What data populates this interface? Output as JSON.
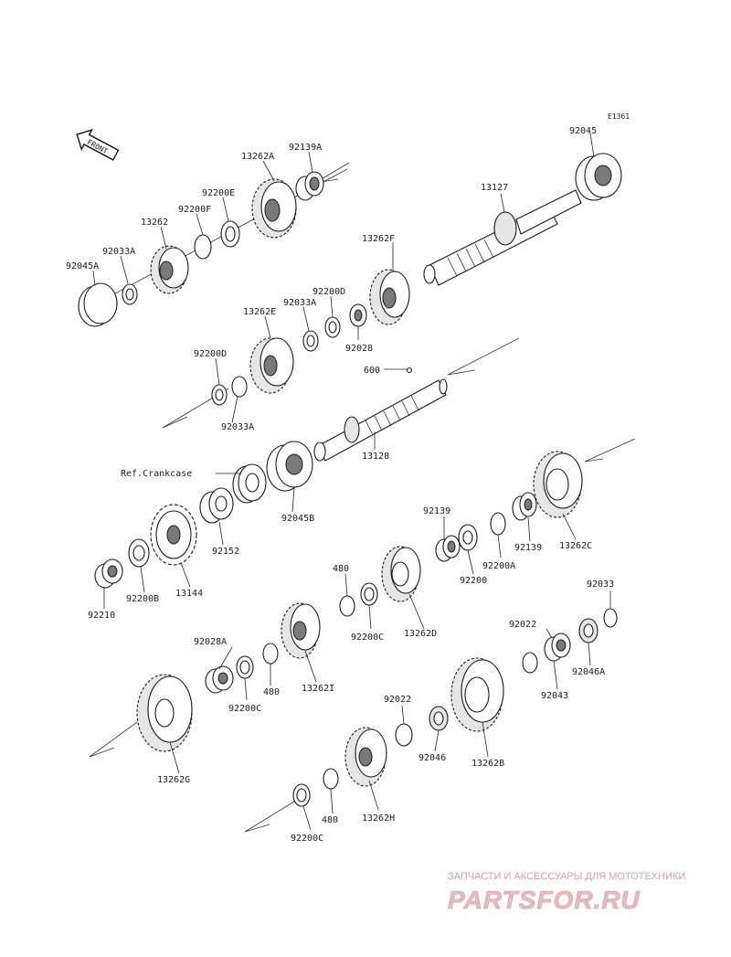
{
  "diagram_code": "E1361",
  "front_label": "FRONT",
  "labels": {
    "p92045": "92045",
    "p13127": "13127",
    "p13262A": "13262A",
    "p92139A": "92139A",
    "p92200E": "92200E",
    "p92200F": "92200F",
    "p13262": "13262",
    "p92033A_top": "92033A",
    "p92045A": "92045A",
    "p13262F": "13262F",
    "p92200D_a": "92200D",
    "p92033A_mid": "92033A",
    "p13262E": "13262E",
    "p92028": "92028",
    "p92200D_b": "92200D",
    "p92033A_low": "92033A",
    "p600": "600",
    "p13128": "13128",
    "ref_crankcase": "Ref.Crankcase",
    "p92045B": "92045B",
    "p92152": "92152",
    "p13144": "13144",
    "p92200B": "92200B",
    "p92210": "92210",
    "p92139_a": "92139",
    "p92139_b": "92139",
    "p92200A": "92200A",
    "p92200": "92200",
    "p13262C": "13262C",
    "p480_a": "480",
    "p92200C_a": "92200C",
    "p13262D": "13262D",
    "p92033": "92033",
    "p92022_a": "92022",
    "p92046A": "92046A",
    "p92043": "92043",
    "p92028A": "92028A",
    "p480_b": "480",
    "p92200C_b": "92200C",
    "p13262I": "13262I",
    "p92022_b": "92022",
    "p92046": "92046",
    "p13262B": "13262B",
    "p13262G": "13262G",
    "p480_c": "480",
    "p92200C_c": "92200C",
    "p13262H": "13262H"
  },
  "watermark": {
    "line1": "ЗАПЧАСТИ И АКСЕССУАРЫ ДЛЯ МОТОТЕХНИКИ",
    "line2": "PARTSFOR.RU"
  }
}
